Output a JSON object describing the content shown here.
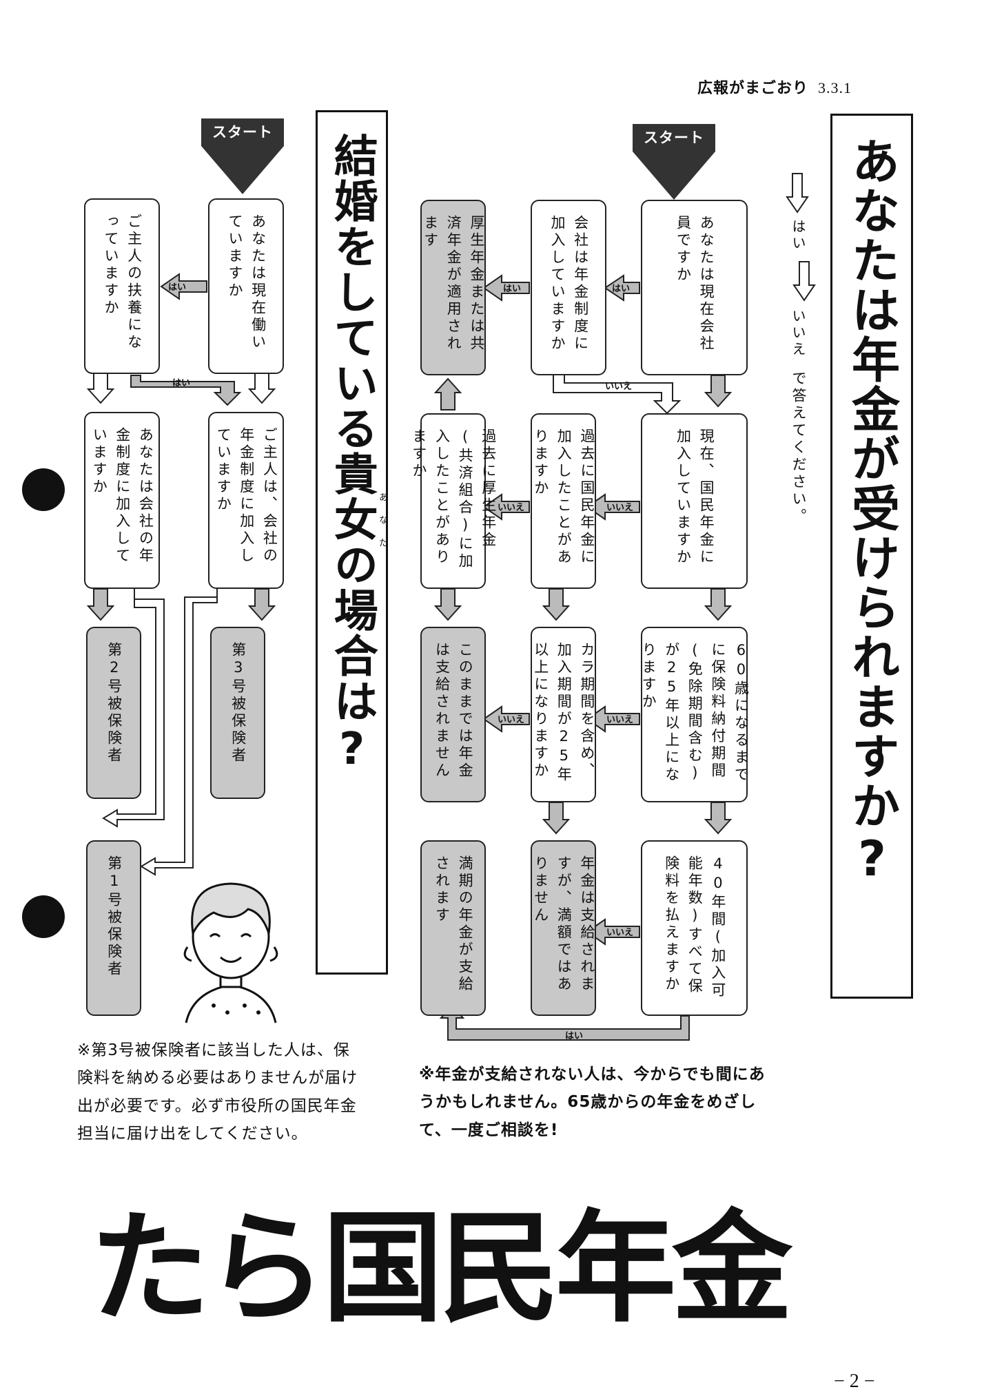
{
  "header": {
    "title": "広報がまごおり",
    "issue": "3.3.1"
  },
  "right_title": "あなたは年金が受けられますか?",
  "legend": {
    "yes": "はい",
    "no": "いいえ",
    "instruction": "で答えてください。"
  },
  "start_label": "スタート",
  "left_title": "結婚をしている貴女の場合は?",
  "left_title_ruby": "あなた",
  "arrows": {
    "yes": "はい",
    "no": "いいえ"
  },
  "right_flow": {
    "q1": "あなたは現在会社員ですか",
    "q2": "会社は年金制度に加入していますか",
    "r_kosei": "厚生年金または共済年金が適用されます",
    "q3": "現在、国民年金に加入していますか",
    "q4": "過去に国民年金に加入したことがありますか",
    "q5": "過去に厚生年金(共済組合)に加入したことがありますか",
    "q6": "60歳になるまでに保険料納付期間(免除期間含む)が25年以上になりますか",
    "q7": "カラ期間を含め、加入期間が25年以上になりますか",
    "r_nashi": "このままでは年金は支給されません",
    "q8": "40年間(加入可能年数)すべて保険料を払えますか",
    "r_partial": "年金は支給されますが、満額ではありません",
    "r_full": "満期の年金が支給されます"
  },
  "left_flow": {
    "q1": "あなたは現在働いていますか",
    "q2": "ご主人の扶養になっていますか",
    "q3": "あなたは会社の年金制度に加入していますか",
    "q4": "ご主人は、会社の年金制度に加入していますか",
    "r2": "第2号被保険者",
    "r3": "第3号被保険者",
    "r1": "第1号被保険者"
  },
  "note_left": "※第3号被保険者に該当した人は、保険料を納める必要はありませんが届け出が必要です。必ず市役所の国民年金担当に届け出をしてください。",
  "note_right": "※年金が支給されない人は、今からでも間にあうかもしれません。65歳からの年金をめざして、一度ご相談を!",
  "footer_title": "たら国民年金",
  "page_number": "− 2 −"
}
